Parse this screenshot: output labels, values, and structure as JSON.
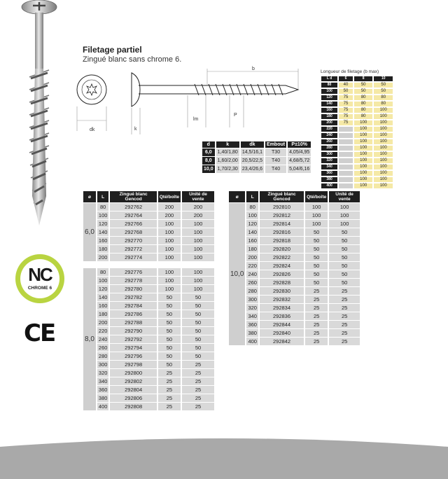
{
  "header": {
    "title": "Filetage partiel",
    "subtitle": "Zingué blanc sans chrome 6."
  },
  "diagram": {
    "labels": {
      "b": "b",
      "dk": "dk",
      "k": "k",
      "lm": "lm",
      "p": "P"
    }
  },
  "spec_table": {
    "columns": [
      "d",
      "k",
      "dk",
      "Embout",
      "P±10%"
    ],
    "rows": [
      [
        "6,0",
        "1,40/1,80",
        "14,5/16,1",
        "T30",
        "4,05/4,95"
      ],
      [
        "8,0",
        "1,60/2,00",
        "20,5/22,5",
        "T40",
        "4,68/5,72"
      ],
      [
        "10,0",
        "1,70/2,30",
        "23,4/26,6",
        "T40",
        "5,04/6,16"
      ]
    ]
  },
  "length_table": {
    "title": "Longueur de filetage (b max)",
    "header_left": "L",
    "header_corner": "d",
    "diameters": [
      "6",
      "8",
      "10"
    ],
    "rows": [
      {
        "L": "80",
        "v": [
          "40",
          "50",
          "50"
        ]
      },
      {
        "L": "100",
        "v": [
          "50",
          "50",
          "50"
        ]
      },
      {
        "L": "120",
        "v": [
          "75",
          "80",
          "80"
        ]
      },
      {
        "L": "140",
        "v": [
          "75",
          "80",
          "80"
        ]
      },
      {
        "L": "160",
        "v": [
          "75",
          "80",
          "100"
        ]
      },
      {
        "L": "180",
        "v": [
          "75",
          "80",
          "100"
        ]
      },
      {
        "L": "200",
        "v": [
          "75",
          "100",
          "100"
        ]
      },
      {
        "L": "220",
        "v": [
          "",
          "100",
          "100"
        ]
      },
      {
        "L": "240",
        "v": [
          "",
          "100",
          "100"
        ]
      },
      {
        "L": "260",
        "v": [
          "",
          "100",
          "100"
        ]
      },
      {
        "L": "280",
        "v": [
          "",
          "100",
          "100"
        ]
      },
      {
        "L": "300",
        "v": [
          "",
          "100",
          "100"
        ]
      },
      {
        "L": "320",
        "v": [
          "",
          "100",
          "100"
        ]
      },
      {
        "L": "340",
        "v": [
          "",
          "100",
          "100"
        ]
      },
      {
        "L": "360",
        "v": [
          "",
          "100",
          "100"
        ]
      },
      {
        "L": "380",
        "v": [
          "",
          "100",
          "100"
        ]
      },
      {
        "L": "400",
        "v": [
          "",
          "100",
          "100"
        ]
      }
    ]
  },
  "product_columns": [
    "ø",
    "L",
    "Zingué blanc Gencod",
    "Qté/boîte",
    "Unité de vente"
  ],
  "product_groups_left": [
    {
      "diameter": "6,0",
      "rows": [
        [
          "80",
          "292762",
          "200",
          "200"
        ],
        [
          "100",
          "292764",
          "200",
          "200"
        ],
        [
          "120",
          "292766",
          "100",
          "100"
        ],
        [
          "140",
          "292768",
          "100",
          "100"
        ],
        [
          "160",
          "292770",
          "100",
          "100"
        ],
        [
          "180",
          "292772",
          "100",
          "100"
        ],
        [
          "200",
          "292774",
          "100",
          "100"
        ]
      ]
    },
    {
      "diameter": "8,0",
      "rows": [
        [
          "80",
          "292776",
          "100",
          "100"
        ],
        [
          "100",
          "292778",
          "100",
          "100"
        ],
        [
          "120",
          "292780",
          "100",
          "100"
        ],
        [
          "140",
          "292782",
          "50",
          "50"
        ],
        [
          "160",
          "292784",
          "50",
          "50"
        ],
        [
          "180",
          "292786",
          "50",
          "50"
        ],
        [
          "200",
          "292788",
          "50",
          "50"
        ],
        [
          "220",
          "292790",
          "50",
          "50"
        ],
        [
          "240",
          "292792",
          "50",
          "50"
        ],
        [
          "260",
          "292794",
          "50",
          "50"
        ],
        [
          "280",
          "292796",
          "50",
          "50"
        ],
        [
          "300",
          "292798",
          "50",
          "25"
        ],
        [
          "320",
          "292800",
          "25",
          "25"
        ],
        [
          "340",
          "292802",
          "25",
          "25"
        ],
        [
          "360",
          "292804",
          "25",
          "25"
        ],
        [
          "380",
          "292806",
          "25",
          "25"
        ],
        [
          "400",
          "292808",
          "25",
          "25"
        ]
      ]
    }
  ],
  "product_groups_right": [
    {
      "diameter": "10,0",
      "rows": [
        [
          "80",
          "292810",
          "100",
          "100"
        ],
        [
          "100",
          "292812",
          "100",
          "100"
        ],
        [
          "120",
          "292814",
          "100",
          "100"
        ],
        [
          "140",
          "292816",
          "50",
          "50"
        ],
        [
          "160",
          "292818",
          "50",
          "50"
        ],
        [
          "180",
          "292820",
          "50",
          "50"
        ],
        [
          "200",
          "292822",
          "50",
          "50"
        ],
        [
          "220",
          "292824",
          "50",
          "50"
        ],
        [
          "240",
          "292826",
          "50",
          "50"
        ],
        [
          "260",
          "292828",
          "50",
          "50"
        ],
        [
          "280",
          "292830",
          "25",
          "25"
        ],
        [
          "300",
          "292832",
          "25",
          "25"
        ],
        [
          "320",
          "292834",
          "25",
          "25"
        ],
        [
          "340",
          "292836",
          "25",
          "25"
        ],
        [
          "360",
          "292844",
          "25",
          "25"
        ],
        [
          "380",
          "292840",
          "25",
          "25"
        ],
        [
          "400",
          "292842",
          "25",
          "25"
        ]
      ]
    }
  ],
  "logos": {
    "nc_main": "NC",
    "nc_sub": "CHROME 6",
    "ce": "CE"
  },
  "colors": {
    "header_bg": "#1f1f1f",
    "cell_bg": "#d9d9d9",
    "yellow_cell": "#f5e9a6",
    "nc_green": "#b9d441",
    "footer_gray": "#a9a9a9"
  }
}
